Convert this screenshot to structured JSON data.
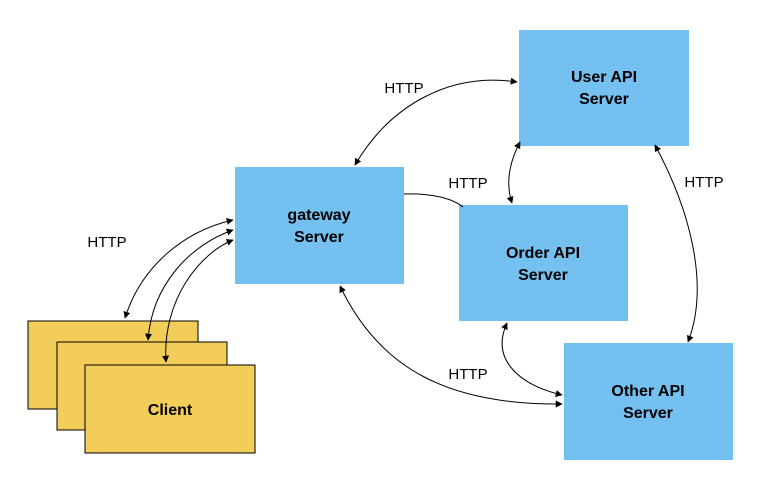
{
  "colors": {
    "server_fill": "#74c0f0",
    "client_fill": "#f2cd5a",
    "client_stroke": "#000000",
    "edge": "#000000"
  },
  "nodes": {
    "user_api": {
      "line1": "User API",
      "line2": "Server"
    },
    "gateway": {
      "line1": "gateway",
      "line2": "Server"
    },
    "order_api": {
      "line1": "Order API",
      "line2": "Server"
    },
    "other_api": {
      "line1": "Other API",
      "line2": "Server"
    },
    "client": {
      "label": "Client"
    }
  },
  "edge_labels": {
    "gateway_user": "HTTP",
    "client_gateway": "HTTP",
    "gateway_order": "HTTP",
    "user_other": "HTTP",
    "gateway_other": "HTTP"
  }
}
